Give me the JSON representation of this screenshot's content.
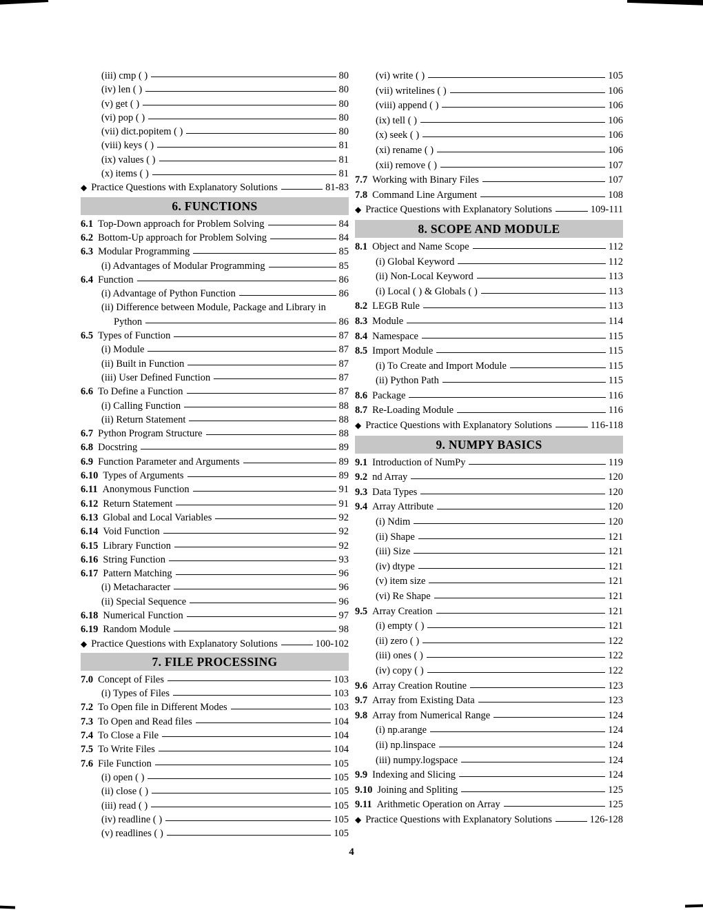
{
  "page": {
    "number": "4"
  },
  "columns": {
    "left": [
      {
        "type": "entry",
        "indent": 1,
        "label": "(iii) cmp ( )",
        "page": "80"
      },
      {
        "type": "entry",
        "indent": 1,
        "label": "(iv) len ( )",
        "page": "80"
      },
      {
        "type": "entry",
        "indent": 1,
        "label": "(v) get ( )",
        "page": "80"
      },
      {
        "type": "entry",
        "indent": 1,
        "label": "(vi) pop ( )",
        "page": "80"
      },
      {
        "type": "entry",
        "indent": 1,
        "label": "(vii) dict.popitem ( )",
        "page": "80"
      },
      {
        "type": "entry",
        "indent": 1,
        "label": "(viii) keys ( )",
        "page": "81"
      },
      {
        "type": "entry",
        "indent": 1,
        "label": "(ix) values ( )",
        "page": "81"
      },
      {
        "type": "entry",
        "indent": 1,
        "label": "(x) items ( )",
        "page": "81"
      },
      {
        "type": "practice",
        "indent": 0,
        "label": "Practice Questions with Explanatory Solutions",
        "page": "81-83"
      },
      {
        "type": "header",
        "label": "6. FUNCTIONS"
      },
      {
        "type": "entry",
        "indent": 0,
        "num": "6.1",
        "label": "Top-Down approach for Problem Solving",
        "page": "84"
      },
      {
        "type": "entry",
        "indent": 0,
        "num": "6.2",
        "label": "Bottom-Up approach for Problem Solving",
        "page": "84"
      },
      {
        "type": "entry",
        "indent": 0,
        "num": "6.3",
        "label": "Modular Programming",
        "page": "85"
      },
      {
        "type": "entry",
        "indent": 1,
        "label": "(i) Advantages of Modular Programming",
        "page": "85"
      },
      {
        "type": "entry",
        "indent": 0,
        "num": "6.4",
        "label": "Function",
        "page": "86"
      },
      {
        "type": "entry",
        "indent": 1,
        "label": "(i) Advantage of Python Function",
        "page": "86"
      },
      {
        "type": "entry",
        "indent": 1,
        "label": "(ii) Difference between Module, Package and Library in"
      },
      {
        "type": "entry",
        "indent": 2,
        "label": "Python",
        "page": "86"
      },
      {
        "type": "entry",
        "indent": 0,
        "num": "6.5",
        "label": "Types of Function",
        "page": "87"
      },
      {
        "type": "entry",
        "indent": 1,
        "label": "(i) Module",
        "page": "87"
      },
      {
        "type": "entry",
        "indent": 1,
        "label": "(ii) Built in Function",
        "page": "87"
      },
      {
        "type": "entry",
        "indent": 1,
        "label": "(iii) User Defined Function",
        "page": "87"
      },
      {
        "type": "entry",
        "indent": 0,
        "num": "6.6",
        "label": "To Define a Function",
        "page": "87"
      },
      {
        "type": "entry",
        "indent": 1,
        "label": "(i) Calling Function",
        "page": "88"
      },
      {
        "type": "entry",
        "indent": 1,
        "label": "(ii) Return Statement",
        "page": "88"
      },
      {
        "type": "entry",
        "indent": 0,
        "num": "6.7",
        "label": "Python Program Structure",
        "page": "88"
      },
      {
        "type": "entry",
        "indent": 0,
        "num": "6.8",
        "label": "Docstring",
        "page": "89"
      },
      {
        "type": "entry",
        "indent": 0,
        "num": "6.9",
        "label": "Function Parameter and Arguments",
        "page": "89"
      },
      {
        "type": "entry",
        "indent": 0,
        "num": "6.10",
        "label": "Types of Arguments",
        "page": "89"
      },
      {
        "type": "entry",
        "indent": 0,
        "num": "6.11",
        "label": "Anonymous Function",
        "page": "91"
      },
      {
        "type": "entry",
        "indent": 0,
        "num": "6.12",
        "label": "Return Statement",
        "page": "91"
      },
      {
        "type": "entry",
        "indent": 0,
        "num": "6.13",
        "label": "Global and Local Variables",
        "page": "92"
      },
      {
        "type": "entry",
        "indent": 0,
        "num": "6.14",
        "label": "Void Function",
        "page": "92"
      },
      {
        "type": "entry",
        "indent": 0,
        "num": "6.15",
        "label": "Library Function",
        "page": "92"
      },
      {
        "type": "entry",
        "indent": 0,
        "num": "6.16",
        "label": "String Function",
        "page": "93"
      },
      {
        "type": "entry",
        "indent": 0,
        "num": "6.17",
        "label": "Pattern Matching",
        "page": "96"
      },
      {
        "type": "entry",
        "indent": 1,
        "label": "(i) Metacharacter",
        "page": "96"
      },
      {
        "type": "entry",
        "indent": 1,
        "label": "(ii) Special Sequence",
        "page": "96"
      },
      {
        "type": "entry",
        "indent": 0,
        "num": "6.18",
        "label": "Numerical Function",
        "page": "97"
      },
      {
        "type": "entry",
        "indent": 0,
        "num": "6.19",
        "label": "Random Module",
        "page": "98"
      },
      {
        "type": "practice",
        "indent": 0,
        "label": "Practice Questions with Explanatory Solutions",
        "page": "100-102"
      },
      {
        "type": "header",
        "label": "7. FILE PROCESSING"
      },
      {
        "type": "entry",
        "indent": 0,
        "num": "7.0",
        "label": "Concept of Files",
        "page": "103"
      },
      {
        "type": "entry",
        "indent": 1,
        "label": "(i) Types of Files",
        "page": "103"
      },
      {
        "type": "entry",
        "indent": 0,
        "num": "7.2",
        "label": "To Open file in Different Modes",
        "page": "103"
      },
      {
        "type": "entry",
        "indent": 0,
        "num": "7.3",
        "label": "To Open and Read files",
        "page": "104"
      },
      {
        "type": "entry",
        "indent": 0,
        "num": "7.4",
        "label": "To Close a File",
        "page": "104"
      },
      {
        "type": "entry",
        "indent": 0,
        "num": "7.5",
        "label": "To Write Files",
        "page": "104"
      },
      {
        "type": "entry",
        "indent": 0,
        "num": "7.6",
        "label": "File Function",
        "page": "105"
      },
      {
        "type": "entry",
        "indent": 1,
        "label": "(i) open ( )",
        "page": "105"
      },
      {
        "type": "entry",
        "indent": 1,
        "label": "(ii) close ( )",
        "page": "105"
      },
      {
        "type": "entry",
        "indent": 1,
        "label": "(iii) read ( )",
        "page": "105"
      },
      {
        "type": "entry",
        "indent": 1,
        "label": "(iv) readline ( )",
        "page": "105"
      },
      {
        "type": "entry",
        "indent": 1,
        "label": "(v) readlines ( )",
        "page": "105"
      }
    ],
    "right": [
      {
        "type": "entry",
        "indent": 1,
        "label": "(vi) write ( )",
        "page": "105"
      },
      {
        "type": "entry",
        "indent": 1,
        "label": "(vii) writelines ( )",
        "page": "106"
      },
      {
        "type": "entry",
        "indent": 1,
        "label": "(viii) append ( )",
        "page": "106"
      },
      {
        "type": "entry",
        "indent": 1,
        "label": "(ix) tell ( )",
        "page": "106"
      },
      {
        "type": "entry",
        "indent": 1,
        "label": "(x) seek ( )",
        "page": "106"
      },
      {
        "type": "entry",
        "indent": 1,
        "label": "(xi) rename ( )",
        "page": "106"
      },
      {
        "type": "entry",
        "indent": 1,
        "label": "(xii) remove ( )",
        "page": "107"
      },
      {
        "type": "entry",
        "indent": 0,
        "num": "7.7",
        "label": "Working with Binary Files",
        "page": "107"
      },
      {
        "type": "entry",
        "indent": 0,
        "num": "7.8",
        "label": "Command Line Argument",
        "page": "108"
      },
      {
        "type": "practice",
        "indent": 0,
        "label": "Practice Questions with Explanatory Solutions",
        "page": "109-111"
      },
      {
        "type": "header",
        "label": "8. SCOPE AND MODULE"
      },
      {
        "type": "entry",
        "indent": 0,
        "num": "8.1",
        "label": "Object and Name Scope",
        "page": "112"
      },
      {
        "type": "entry",
        "indent": 1,
        "label": "(i) Global Keyword",
        "page": "112"
      },
      {
        "type": "entry",
        "indent": 1,
        "label": "(ii) Non-Local Keyword",
        "page": "113"
      },
      {
        "type": "entry",
        "indent": 1,
        "label": "(i) Local ( ) & Globals ( )",
        "page": "113"
      },
      {
        "type": "entry",
        "indent": 0,
        "num": "8.2",
        "label": "LEGB Rule",
        "page": "113"
      },
      {
        "type": "entry",
        "indent": 0,
        "num": "8.3",
        "label": "Module",
        "page": "114"
      },
      {
        "type": "entry",
        "indent": 0,
        "num": "8.4",
        "label": "Namespace",
        "page": "115"
      },
      {
        "type": "entry",
        "indent": 0,
        "num": "8.5",
        "label": "Import Module",
        "page": "115"
      },
      {
        "type": "entry",
        "indent": 1,
        "label": "(i) To Create and Import Module",
        "page": "115"
      },
      {
        "type": "entry",
        "indent": 1,
        "label": "(ii) Python Path",
        "page": "115"
      },
      {
        "type": "entry",
        "indent": 0,
        "num": "8.6",
        "label": "Package",
        "page": "116"
      },
      {
        "type": "entry",
        "indent": 0,
        "num": "8.7",
        "label": "Re-Loading Module",
        "page": "116"
      },
      {
        "type": "practice",
        "indent": 0,
        "label": "Practice Questions with Explanatory Solutions",
        "page": "116-118"
      },
      {
        "type": "header",
        "label": "9.  NUMPY BASICS"
      },
      {
        "type": "entry",
        "indent": 0,
        "num": "9.1",
        "label": "Introduction of NumPy",
        "page": "119"
      },
      {
        "type": "entry",
        "indent": 0,
        "num": "9.2",
        "label": "nd Array",
        "page": "120"
      },
      {
        "type": "entry",
        "indent": 0,
        "num": "9.3",
        "label": "Data Types",
        "page": "120"
      },
      {
        "type": "entry",
        "indent": 0,
        "num": "9.4",
        "label": "Array Attribute",
        "page": "120"
      },
      {
        "type": "entry",
        "indent": 1,
        "label": "(i) Ndim",
        "page": "120"
      },
      {
        "type": "entry",
        "indent": 1,
        "label": "(ii) Shape",
        "page": "121"
      },
      {
        "type": "entry",
        "indent": 1,
        "label": "(iii) Size",
        "page": "121"
      },
      {
        "type": "entry",
        "indent": 1,
        "label": "(iv) dtype",
        "page": "121"
      },
      {
        "type": "entry",
        "indent": 1,
        "label": "(v) item size",
        "page": "121"
      },
      {
        "type": "entry",
        "indent": 1,
        "label": "(vi) Re Shape",
        "page": "121"
      },
      {
        "type": "entry",
        "indent": 0,
        "num": "9.5",
        "label": "Array Creation",
        "page": "121"
      },
      {
        "type": "entry",
        "indent": 1,
        "label": "(i) empty ( )",
        "page": "121"
      },
      {
        "type": "entry",
        "indent": 1,
        "label": "(ii) zero ( )",
        "page": "122"
      },
      {
        "type": "entry",
        "indent": 1,
        "label": "(iii) ones ( )",
        "page": "122"
      },
      {
        "type": "entry",
        "indent": 1,
        "label": "(iv) copy ( )",
        "page": "122"
      },
      {
        "type": "entry",
        "indent": 0,
        "num": "9.6",
        "label": "Array Creation Routine",
        "page": "123"
      },
      {
        "type": "entry",
        "indent": 0,
        "num": "9.7",
        "label": "Array from Existing Data",
        "page": "123"
      },
      {
        "type": "entry",
        "indent": 0,
        "num": "9.8",
        "label": "Array from Numerical Range",
        "page": "124"
      },
      {
        "type": "entry",
        "indent": 1,
        "label": "(i) np.arange",
        "page": "124"
      },
      {
        "type": "entry",
        "indent": 1,
        "label": "(ii) np.linspace",
        "page": "124"
      },
      {
        "type": "entry",
        "indent": 1,
        "label": "(iii) numpy.logspace",
        "page": "124"
      },
      {
        "type": "entry",
        "indent": 0,
        "num": "9.9",
        "label": "Indexing and Slicing",
        "page": "124"
      },
      {
        "type": "entry",
        "indent": 0,
        "num": "9.10",
        "label": "Joining and Spliting",
        "page": "125"
      },
      {
        "type": "entry",
        "indent": 0,
        "num": "9.11",
        "label": "Arithmetic Operation on Array",
        "page": "125"
      },
      {
        "type": "practice",
        "indent": 0,
        "label": "Practice Questions with Explanatory Solutions",
        "page": "126-128"
      }
    ]
  }
}
